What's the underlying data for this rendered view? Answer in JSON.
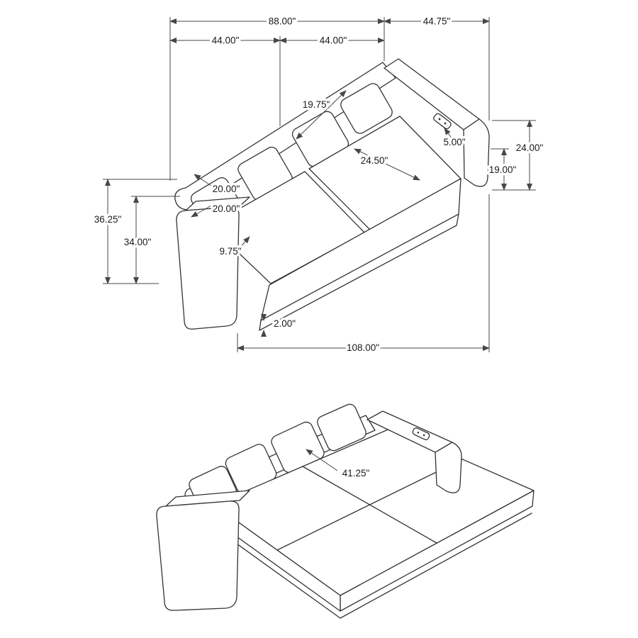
{
  "colors": {
    "line": "#333333",
    "dim_line": "#474747",
    "text": "#1a1a1a",
    "background": "#ffffff"
  },
  "top_view": {
    "name": "sofa-front-isometric-view",
    "dims": {
      "overall_back_width": "88.00\"",
      "right_section_width": "44.75\"",
      "seat_section_left": "44.00\"",
      "seat_section_right": "44.00\"",
      "back_pillow_height": "19.75\"",
      "arm_top_width": "5.00\"",
      "arm_height": "24.00\"",
      "seat_height": "19.00\"",
      "seat_depth": "24.50\"",
      "pillow_width": "20.00\"",
      "pillow_height": "20.00\"",
      "overall_height": "36.25\"",
      "back_height": "34.00\"",
      "arm_width": "9.75\"",
      "base_clearance": "2.00\"",
      "overall_length": "108.00\""
    }
  },
  "bottom_view": {
    "name": "sofa-bed-isometric-view",
    "dims": {
      "pullout_depth": "41.25\""
    }
  }
}
